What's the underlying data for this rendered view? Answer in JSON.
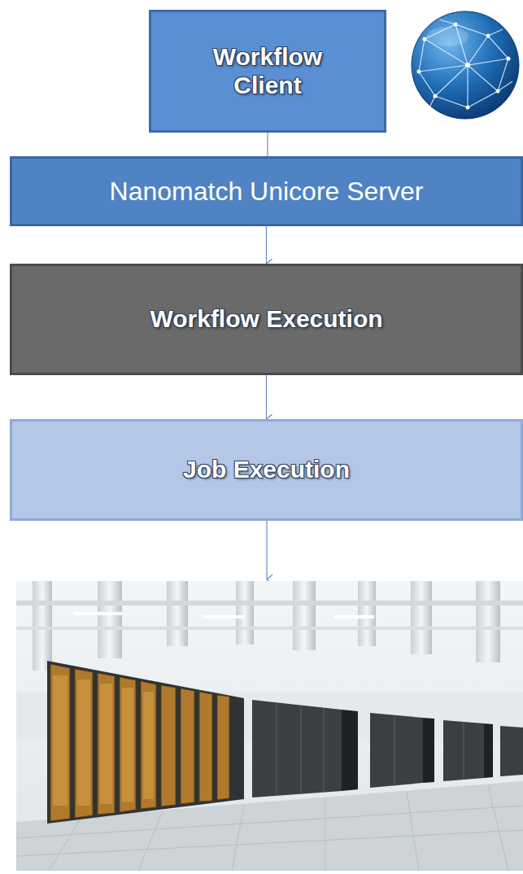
{
  "diagram": {
    "nodes": [
      {
        "text": [
          "Workflow Client"
        ]
      },
      {
        "text": [
          "Nanomatch Unicore Server"
        ]
      },
      {
        "text": [
          "Workflow Execution"
        ]
      },
      {
        "text": [
          "Job Execution"
        ]
      }
    ],
    "edges": [
      {
        "from": 0,
        "to": 1,
        "arrow": "none"
      },
      {
        "from": 1,
        "to": 2,
        "arrow": "to"
      },
      {
        "from": 2,
        "to": 3,
        "arrow": "to"
      }
    ]
  }
}
